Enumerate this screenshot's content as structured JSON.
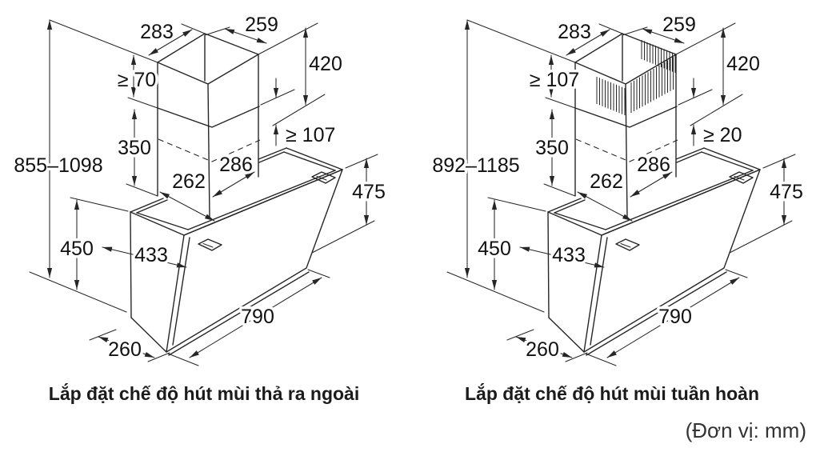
{
  "figures": {
    "left": {
      "caption": "Lắp đặt chế độ hút mùi thả ra ngoài",
      "vent_slats": false,
      "dims": {
        "back_depth": "283",
        "front_depth": "259",
        "chimney_height": "420",
        "upper_section": "≥ 70",
        "rear_clearance": "≥ 107",
        "lower_section": "350",
        "duct_inner_width": "262",
        "duct_outer_width": "286",
        "mounting_height": "855–1098",
        "body_height": "450",
        "panel_width": "433",
        "hood_width": "790",
        "hood_depth": "260",
        "front_panel_height": "475"
      }
    },
    "right": {
      "caption": "Lắp đặt chế độ hút mùi tuần hoàn",
      "vent_slats": true,
      "dims": {
        "back_depth": "283",
        "front_depth": "259",
        "chimney_height": "420",
        "upper_section": "≥ 107",
        "rear_clearance": "≥ 20",
        "lower_section": "350",
        "duct_inner_width": "262",
        "duct_outer_width": "286",
        "mounting_height": "892–1185",
        "body_height": "450",
        "panel_width": "433",
        "hood_width": "790",
        "hood_depth": "260",
        "front_panel_height": "475"
      }
    }
  },
  "unit_note": "(Đơn vị: mm)"
}
